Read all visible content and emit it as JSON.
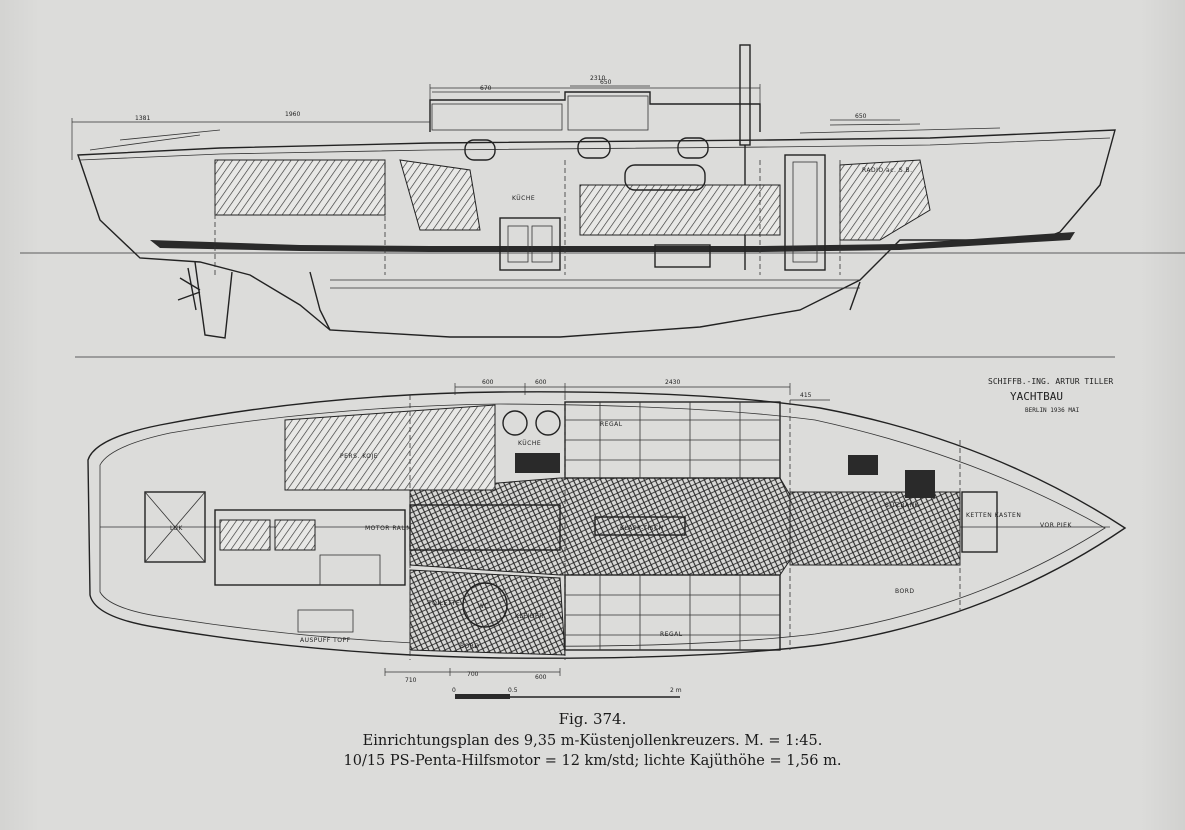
{
  "caption": {
    "figure": "Fig. 374.",
    "line1": "Einrichtungsplan des 9,35 m-Küstenjollenkreuzers. M. = 1:45.",
    "line2": "10/15 PS-Penta-Hilfsmotor = 12 km/std; lichte Kajüthöhe = 1,56 m."
  },
  "signature": {
    "line1": "SCHIFFB.-ING. ARTUR TILLER",
    "line2": "YACHTBAU",
    "line3": "BERLIN 1936 MAI"
  },
  "profile_labels": {
    "kueche": "KÜCHE",
    "radio": "RADIO ac. S.B.",
    "dimension_total": "2310",
    "dimension_1": "670",
    "dimension_2": "650",
    "dimension_3": "650",
    "dimension_4": "1381",
    "dimension_5": "1960"
  },
  "plan_labels": {
    "kueche": "KÜCHE",
    "pers_koje": "PERS. KOJE",
    "lux": "LUK",
    "motor_raum": "MOTOR RAUM",
    "klapp_tisch": "KLAPP-TISCH",
    "kleider": "KLEIDER",
    "toilette": "TOILETTE",
    "wc": "WC",
    "bord": "BORD",
    "vor_piek": "VOR PIEK",
    "kettenkasten": "KETTEN KASTEN",
    "regal": "REGAL",
    "sitzbank": "SITZBANK",
    "auspuff": "AUSPUFF TOPF",
    "dimension_a": "600",
    "dimension_b": "600",
    "dimension_c": "2430",
    "dimension_d": "415",
    "dimension_e": "710",
    "dimension_f": "700",
    "dimension_g": "600"
  },
  "scale_bar": {
    "start": "0",
    "mid": "0.5",
    "end": "2 m"
  }
}
